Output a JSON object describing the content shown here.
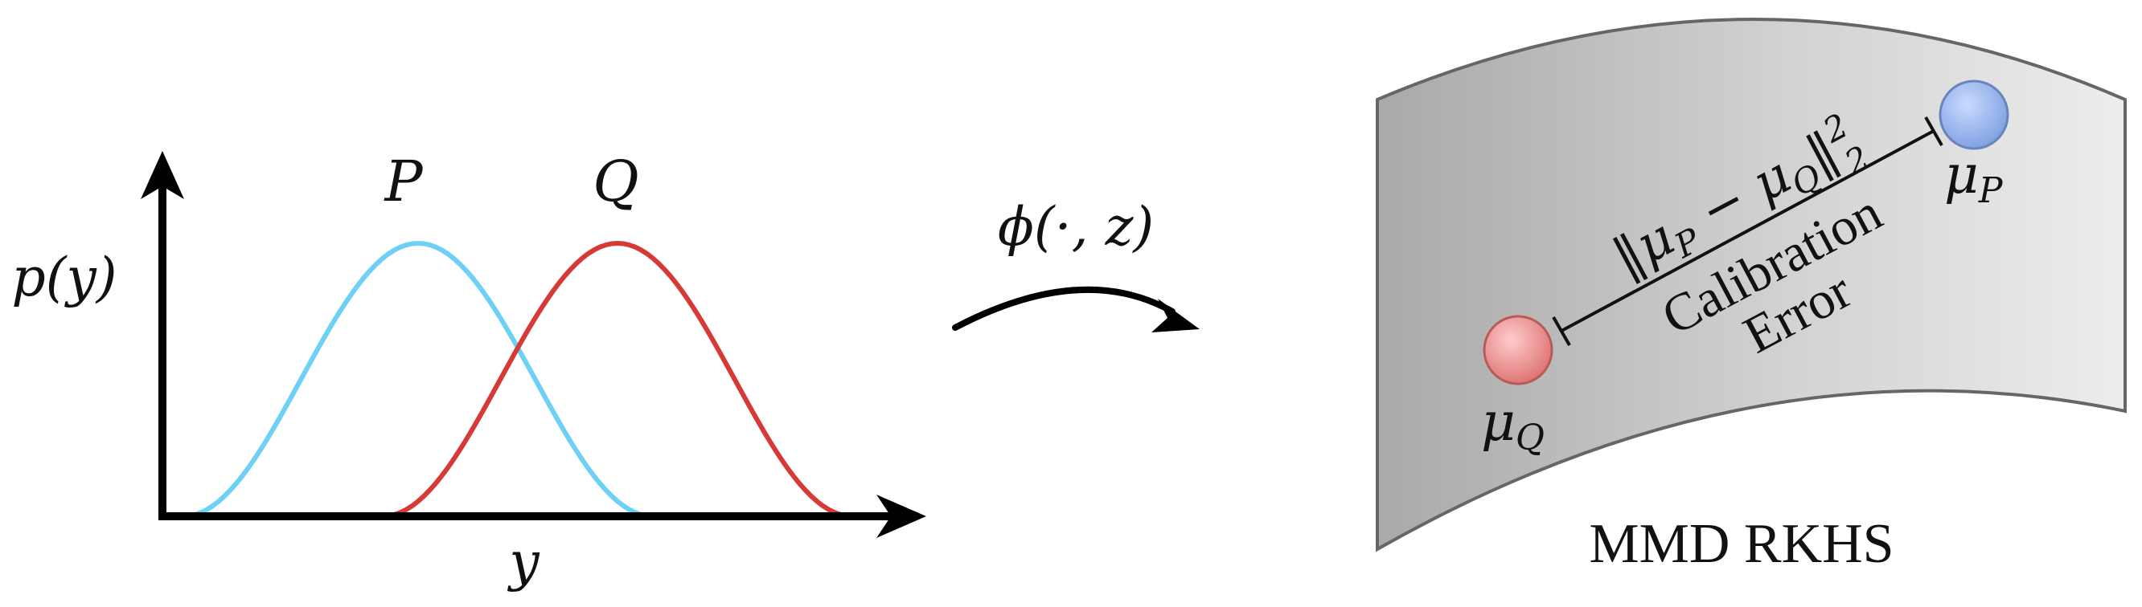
{
  "left_panel": {
    "y_axis_label": "p(y)",
    "x_axis_label": "y",
    "curve_p_label": "P",
    "curve_q_label": "Q",
    "curve_p_color": "#6dd0f4",
    "curve_q_color": "#d63a36"
  },
  "mapping": {
    "label": "ϕ(·, z)"
  },
  "right_panel": {
    "space_label": "MMD RKHS",
    "mu_p_label": "μ",
    "mu_p_sub": "P",
    "mu_q_label": "μ",
    "mu_q_sub": "Q",
    "norm_prefix": "‖μ",
    "norm_sub_p": "P",
    "norm_minus": " − μ",
    "norm_sub_q": "Q",
    "norm_close": "‖",
    "norm_sup": "2",
    "norm_sub2": "2",
    "calibration_line1": "Calibration",
    "calibration_line2": "Error",
    "mu_p_color": "#8fb0e8",
    "mu_q_color": "#e58a8a"
  }
}
